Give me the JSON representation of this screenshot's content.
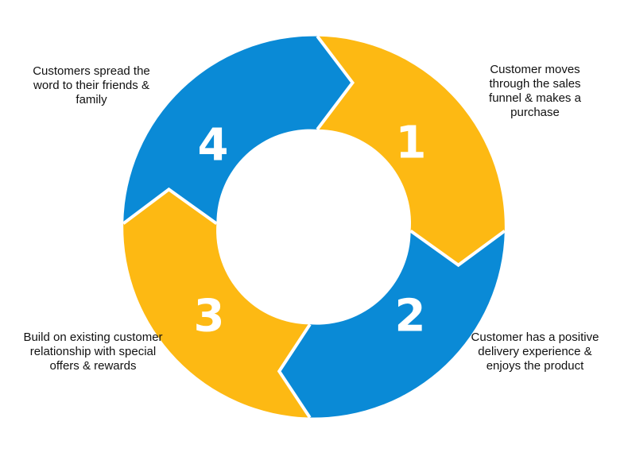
{
  "colors": {
    "yellow": "#FDB913",
    "blue": "#0A8AD6",
    "separator": "#ffffff",
    "text": "#111111",
    "number": "#ffffff"
  },
  "steps": [
    {
      "number": "1",
      "color": "yellow",
      "caption": "Customer moves through the sales funnel & makes a purchase"
    },
    {
      "number": "2",
      "color": "blue",
      "caption": "Customer has a positive delivery experience & enjoys the product"
    },
    {
      "number": "3",
      "color": "yellow",
      "caption": "Build on existing customer relationship with special offers & rewards"
    },
    {
      "number": "4",
      "color": "blue",
      "caption": "Customers spread the word to their friends & family"
    }
  ]
}
